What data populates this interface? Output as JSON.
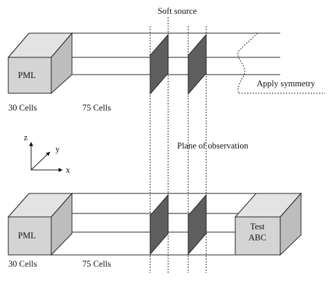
{
  "labels": {
    "soft_source": "Soft source",
    "apply_symmetry": "Apply symmetry",
    "plane_of_observation": "Plane of observation"
  },
  "top_domain": {
    "pml": "PML",
    "cells_pml": "30 Cells",
    "cells_free": "75 Cells"
  },
  "bottom_domain": {
    "pml": "PML",
    "cells_pml": "30 Cells",
    "cells_free": "75 Cells",
    "test_abc_line1": "Test",
    "test_abc_line2": "ABC"
  },
  "axes": {
    "z": "z",
    "y": "y",
    "x": "x"
  }
}
